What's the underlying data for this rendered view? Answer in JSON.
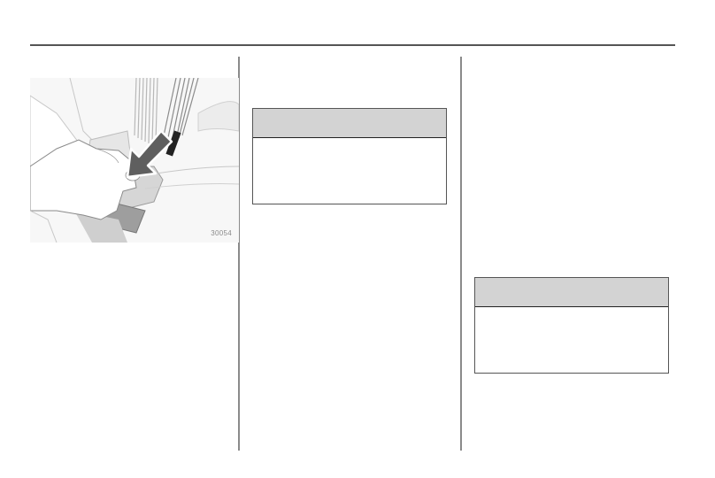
{
  "page": {
    "layout": "three-column manual page",
    "columns": 3
  },
  "figure": {
    "id_label": "30054",
    "description": "Illustration of a hand pressing the seat belt buckle release with an arrow pointing down",
    "arrow_icon": "arrow-down-left-icon"
  },
  "boxes": [
    {
      "position": "column-2",
      "header_text": "",
      "body_text": ""
    },
    {
      "position": "column-3",
      "header_text": "",
      "body_text": ""
    }
  ],
  "colors": {
    "rule": "#555555",
    "divider": "#8a8a8a",
    "box_header": "#d3d3d3",
    "box_border": "#555555"
  }
}
